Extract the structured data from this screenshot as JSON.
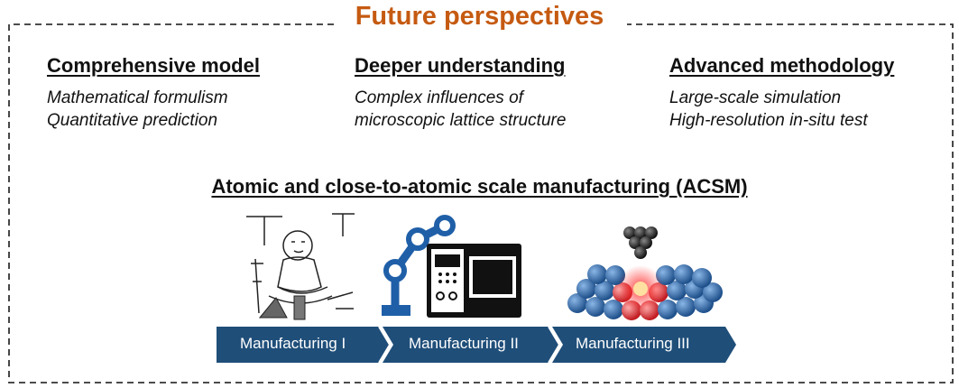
{
  "title": "Future perspectives",
  "columns": [
    {
      "heading": "Comprehensive model",
      "lines": [
        "Mathematical formulism",
        "Quantitative prediction"
      ]
    },
    {
      "heading": "Deeper understanding",
      "lines": [
        "Complex influences of",
        "microscopic lattice structure"
      ]
    },
    {
      "heading": "Advanced methodology",
      "lines": [
        "Large-scale simulation",
        "High-resolution in-situ test"
      ]
    }
  ],
  "acsm_title": "Atomic and close-to-atomic scale manufacturing (ACSM)",
  "stages": [
    "Manufacturing I",
    "Manufacturing II",
    "Manufacturing III"
  ],
  "colors": {
    "title": "#c55a11",
    "chevron": "#1f4e79",
    "robot": "#1f5fa8",
    "atom_blue": "#2e75b6",
    "atom_red": "#e0282e"
  },
  "icons": [
    "craftsman-sketch-icon",
    "robot-arm-machine-icon",
    "atomic-lattice-tip-icon"
  ]
}
